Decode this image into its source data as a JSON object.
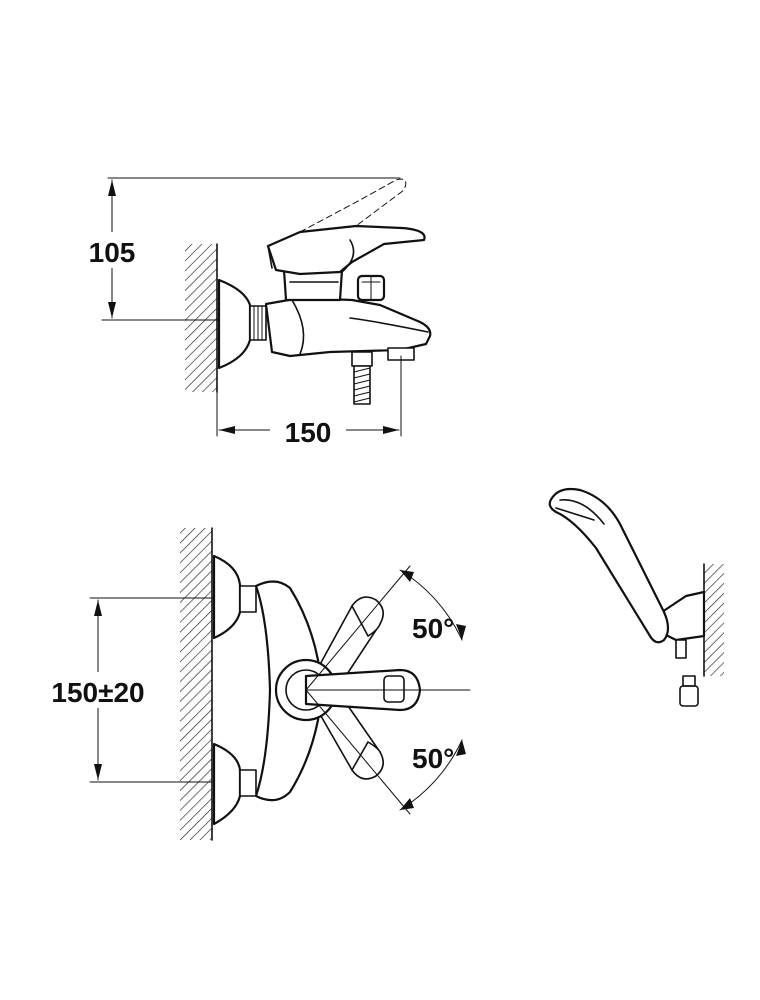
{
  "dimensions": {
    "side_height": "105",
    "side_length": "150",
    "front_spacing": "150±20",
    "angle_upper": "50°",
    "angle_lower": "50°"
  },
  "colors": {
    "line": "#111111",
    "background": "#ffffff",
    "hatch": "#222222"
  }
}
